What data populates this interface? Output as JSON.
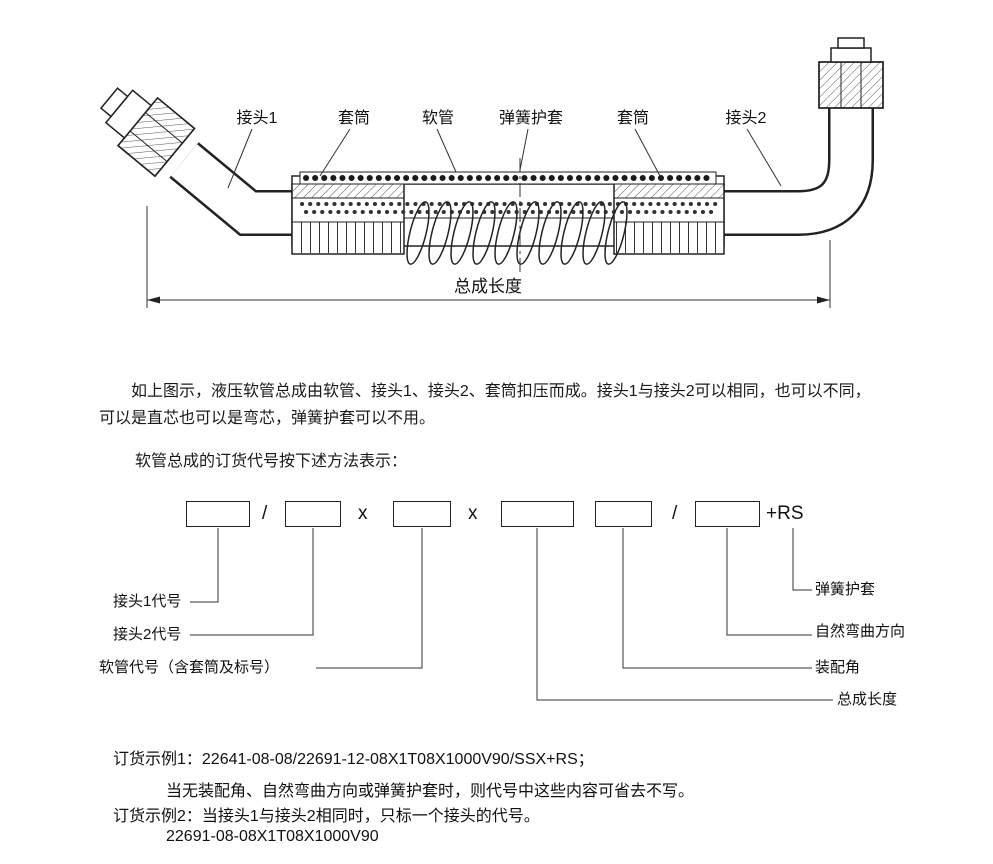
{
  "diagram": {
    "part_labels": [
      "接头1",
      "套筒",
      "软管",
      "弹簧护套",
      "套筒",
      "接头2"
    ],
    "dimension_label": "总成长度"
  },
  "paragraphs": {
    "intro_line1": "如上图示，液压软管总成由软管、接头1、接头2、套筒扣压而成。接头1与接头2可以相同，也可以不同，",
    "intro_line2": "可以是直芯也可以是弯芯，弹簧护套可以不用。",
    "code_intro": "软管总成的订货代号按下述方法表示："
  },
  "code_diagram": {
    "separator_slash_1": "/",
    "separator_x_1": "x",
    "separator_x_2": "x",
    "separator_slash_2": "/",
    "suffix": "+RS",
    "left_labels": [
      "接头1代号",
      "接头2代号",
      "软管代号（含套筒及标号）"
    ],
    "right_labels": [
      "弹簧护套",
      "自然弯曲方向",
      "装配角",
      "总成长度"
    ]
  },
  "examples": {
    "example1": "订货示例1：22641-08-08/22691-12-08X1T08X1000V90/SSX+RS；",
    "example1_note": "当无装配角、自然弯曲方向或弹簧护套时，则代号中这些内容可省去不写。",
    "example2": "订货示例2：当接头1与接头2相同时，只标一个接头的代号。",
    "example2_code": "22691-08-08X1T08X1000V90"
  }
}
